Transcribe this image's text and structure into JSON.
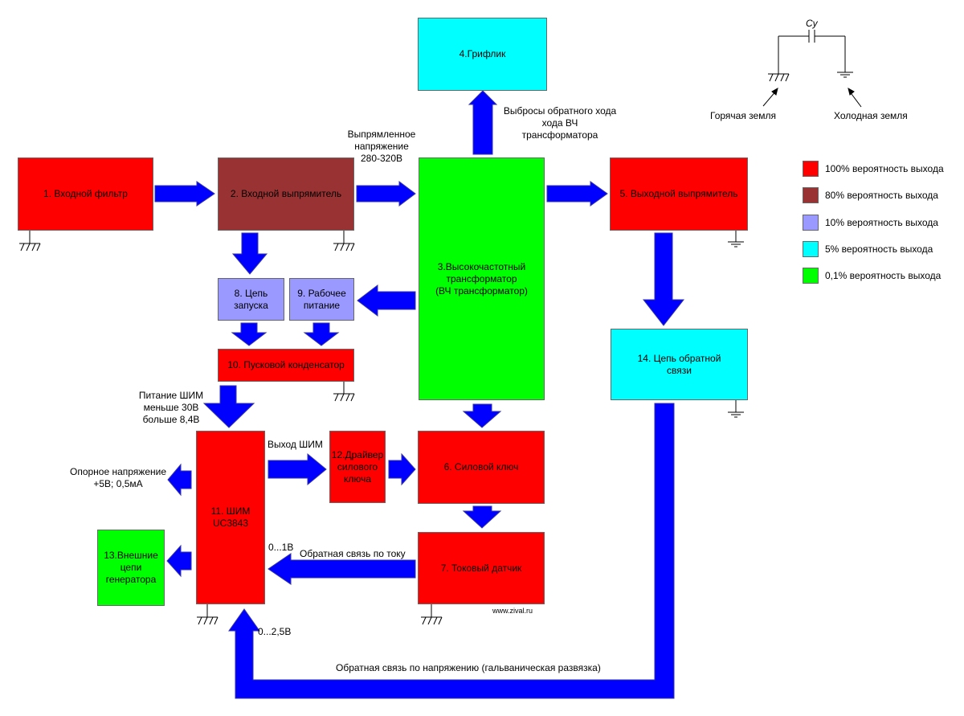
{
  "colors": {
    "red": "#ff0000",
    "dark_red": "#993333",
    "lavender": "#9999ff",
    "cyan": "#00ffff",
    "green": "#00ff00",
    "arrow_blue": "#0000ff"
  },
  "blocks": {
    "b1": "1. Входной фильтр",
    "b2": "2. Входной выпрямитель",
    "b3": "3.Высокочастотный\nтрансформатор\n(ВЧ трансформатор)",
    "b4": "4.Грифлик",
    "b5": "5. Выходной выпрямитель",
    "b6": "6. Силовой ключ",
    "b7": "7. Токовый датчик",
    "b8": "8. Цепь\nзапуска",
    "b9": "9. Рабочее\nпитание",
    "b10": "10. Пусковой конденсатор",
    "b11": "11. ШИМ\nUC3843",
    "b12": "12.Драйвер\nсилового\nключа",
    "b13": "13.Внешние\nцепи\nгенератора",
    "b14": "14. Цепь обратной\nсвязи"
  },
  "labels": {
    "rectified": "Выпрямленное\nнапряжение\n280-320В",
    "flyback": "Выбросы обратного хода\nхода ВЧ\nтрансформатора",
    "pwm_supply": "Питание ШИМ\nменьше 30В\nбольше 8,4В",
    "pwm_out": "Выход ШИМ",
    "vref": "Опорное напряжение\n+5В; 0,5мА",
    "range1": "0...1В",
    "current_fb": "Обратная связь по току",
    "range2": "0...2,5В",
    "voltage_fb": "Обратная связь по напряжению (гальваническая развязка)",
    "website": "www.zival.ru"
  },
  "grounds": {
    "cap": "Cy",
    "hot": "Горячая земля",
    "cold": "Холодная земля"
  },
  "legend": [
    {
      "color": "#ff0000",
      "text": "100% вероятность выхода"
    },
    {
      "color": "#993333",
      "text": "80% вероятность выхода"
    },
    {
      "color": "#9999ff",
      "text": "10% вероятность выхода"
    },
    {
      "color": "#00ffff",
      "text": "5% вероятность выхода"
    },
    {
      "color": "#00ff00",
      "text": "0,1% вероятность выхода"
    }
  ]
}
